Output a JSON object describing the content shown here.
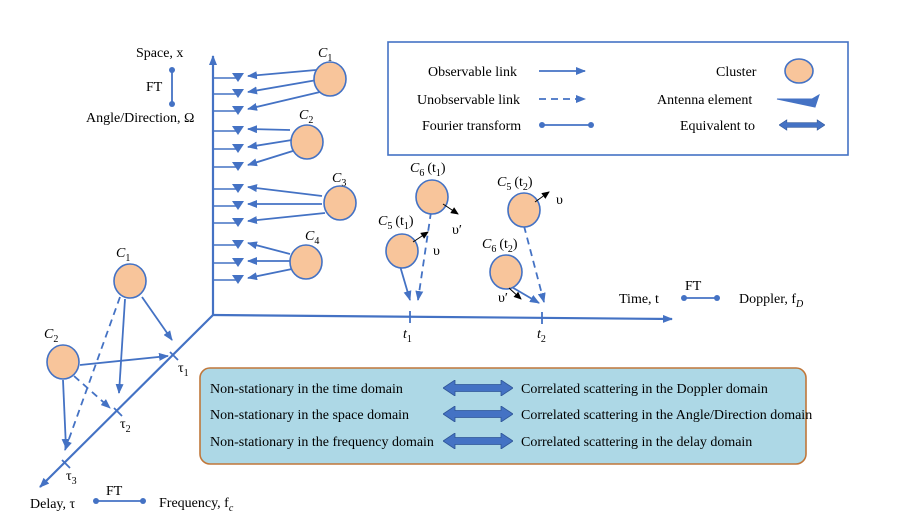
{
  "axes": {
    "space": "Space, x",
    "angle": "Angle/Direction, Ω",
    "time": "Time, t",
    "doppler": "Doppler, f",
    "doppler_sub": "D",
    "delay": "Delay, τ",
    "frequency": "Frequency, f",
    "frequency_sub": "c",
    "ft": "FT"
  },
  "legend": {
    "observable": "Observable link",
    "unobservable": "Unobservable link",
    "fourier": "Fourier transform",
    "cluster": "Cluster",
    "antenna": "Antenna element",
    "equivalent": "Equivalent to"
  },
  "clusters": {
    "c1": "C",
    "c1_sub": "1",
    "c2": "C",
    "c2_sub": "2",
    "c3": "C",
    "c3_sub": "3",
    "c4": "C",
    "c4_sub": "4",
    "c5t1": "C",
    "c5t1_sub": "5",
    "c5t1_arg": "(t",
    "c5t1_argsub": "1",
    "c5t1_close": ")",
    "c6t1": "C",
    "c6t1_sub": "6",
    "c6t1_arg": "(t",
    "c6t1_argsub": "1",
    "c6t1_close": ")",
    "c5t2": "C",
    "c5t2_sub": "5",
    "c5t2_arg": "(t",
    "c5t2_argsub": "2",
    "c5t2_close": ")",
    "c6t2": "C",
    "c6t2_sub": "6",
    "c6t2_arg": "(t",
    "c6t2_argsub": "2",
    "c6t2_close": ")",
    "d_c1": "C",
    "d_c1_sub": "1",
    "d_c2": "C",
    "d_c2_sub": "2"
  },
  "velocities": {
    "v": "υ",
    "vprime": "υ′"
  },
  "ticks": {
    "t": "t",
    "t1_sub": "1",
    "t2_sub": "2",
    "tau": "τ",
    "tau1_sub": "1",
    "tau2_sub": "2",
    "tau3_sub": "3"
  },
  "equivalences": [
    {
      "left": "Non-stationary in the time domain",
      "right": "Correlated scattering in the Doppler domain"
    },
    {
      "left": "Non-stationary in the space domain",
      "right": "Correlated scattering in the Angle/Direction domain"
    },
    {
      "left": "Non-stationary in the frequency domain",
      "right": "Correlated scattering in the delay domain"
    }
  ],
  "colors": {
    "line": "#4472C4",
    "cluster_fill": "#F8C59B",
    "cluster_stroke": "#4472C4",
    "box_fill": "#ADD8E6",
    "box_stroke": "#C0773A"
  }
}
